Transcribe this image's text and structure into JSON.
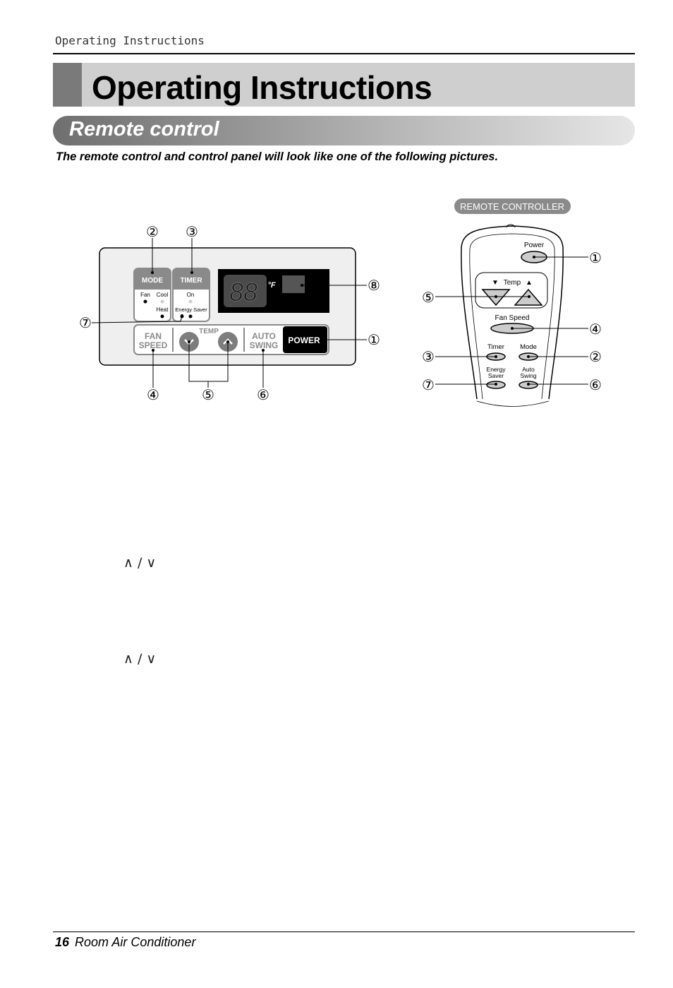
{
  "running_head": "Operating Instructions",
  "title": "Operating Instructions",
  "section": "Remote control",
  "intro": "The remote control and control panel will look like one of the following pictures.",
  "control_panel": {
    "mode_label": "MODE",
    "mode_fan": "Fan",
    "mode_cool": "Cool",
    "mode_heat": "Heat",
    "timer_label": "TIMER",
    "timer_on": "On",
    "energy_saver": "Energy Saver",
    "display_digits": "88",
    "display_unit": "°F",
    "fan_speed_line1": "FAN",
    "fan_speed_line2": "SPEED",
    "temp_label": "TEMP",
    "auto_swing_line1": "AUTO",
    "auto_swing_line2": "SWING",
    "power_label": "POWER",
    "callouts": [
      "②",
      "③",
      "⑧",
      "⑦",
      "①",
      "④",
      "⑤",
      "⑥"
    ]
  },
  "remote": {
    "badge": "REMOTE CONTROLLER",
    "power": "Power",
    "temp": "Temp",
    "temp_down": "▼",
    "temp_up": "▲",
    "fan_speed": "Fan Speed",
    "timer": "Timer",
    "mode": "Mode",
    "energy_saver_1": "Energy",
    "energy_saver_2": "Saver",
    "auto_swing_1": "Auto",
    "auto_swing_2": "Swing",
    "callouts": [
      "①",
      "⑤",
      "④",
      "③",
      "②",
      "⑦",
      "⑥"
    ]
  },
  "temp_symbols_1": "∧ / ∨",
  "temp_symbols_2": "∧ / ∨",
  "footer": {
    "page_number": "16",
    "text": "Room Air Conditioner"
  }
}
